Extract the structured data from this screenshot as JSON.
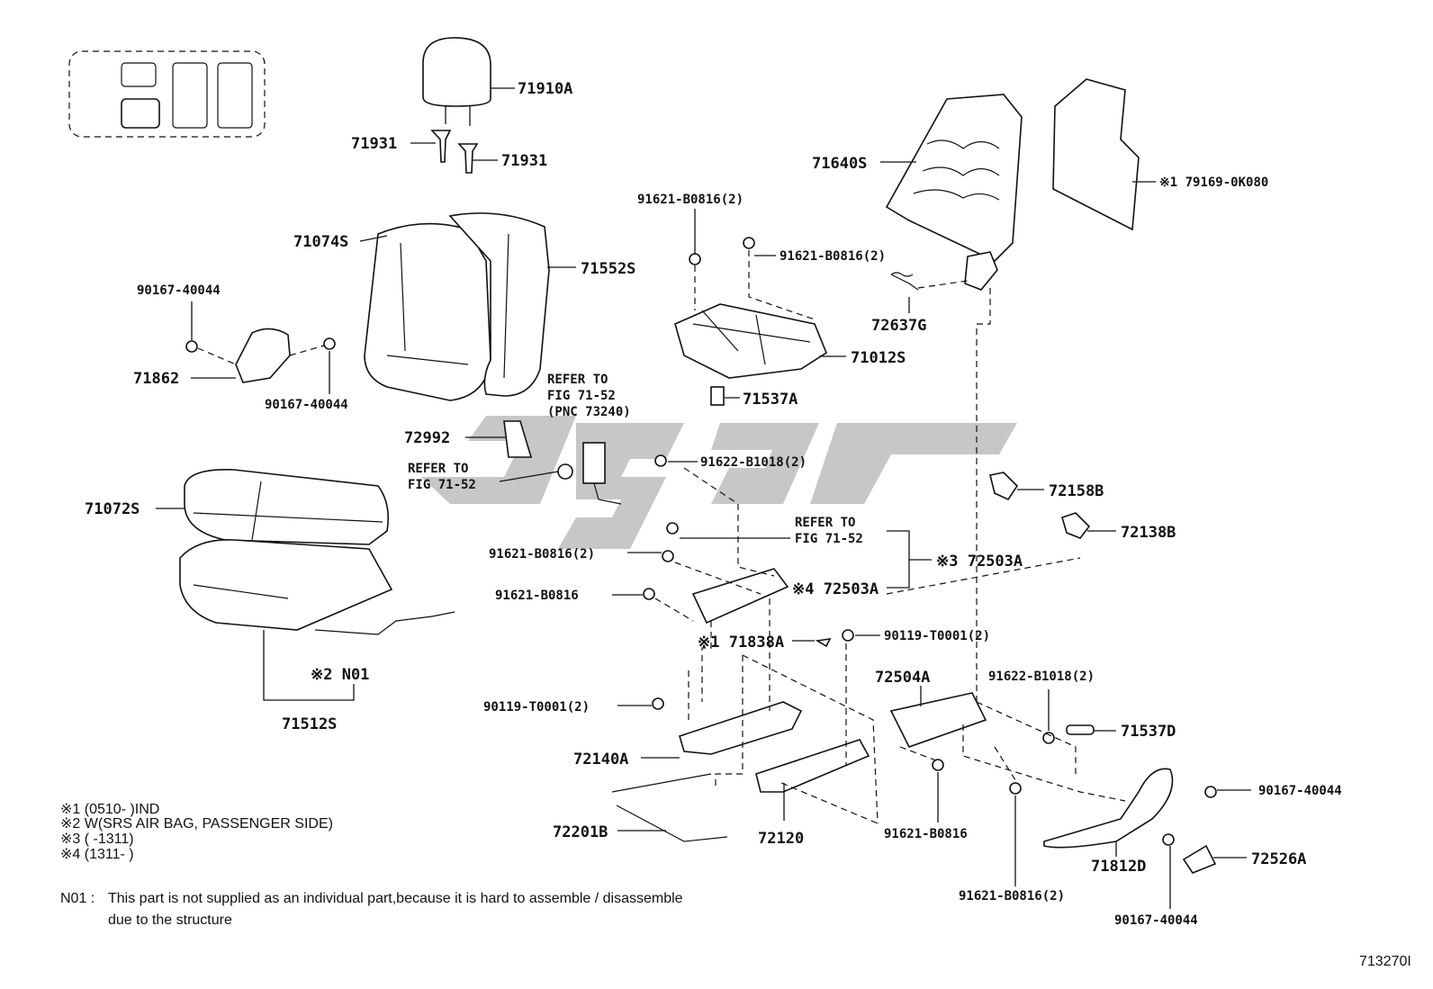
{
  "diagram_id": "713270I",
  "labels": {
    "p71910A": "71910A",
    "p71931a": "71931",
    "p71931b": "71931",
    "p71074S": "71074S",
    "p71552S": "71552S",
    "p90167_40044_a": "90167-40044",
    "p71862": "71862",
    "p90167_40044_b": "90167-40044",
    "p72992": "72992",
    "refer1_l1": "REFER TO",
    "refer1_l2": "FIG 71-52",
    "refer2_l1": "REFER TO",
    "refer2_l2": "FIG 71-52",
    "refer2_l3": "(PNC 73240)",
    "refer3_l1": "REFER TO",
    "refer3_l2": "FIG 71-52",
    "p71072S": "71072S",
    "p71512S": "71512S",
    "pN01": "※2 N01",
    "p91621_B0816_2a": "91621-B0816(2)",
    "p91621_B0816_2b": "91621-B0816(2)",
    "p71012S": "71012S",
    "p71537A": "71537A",
    "p91622_B1018_2a": "91622-B1018(2)",
    "p91621_B0816_2c": "91621-B0816(2)",
    "p91621_B0816_a": "91621-B0816",
    "p72503A_4": "※4 72503A",
    "p72503A_3": "※3 72503A",
    "p71838A": "※1 71838A",
    "p90119_T0001_2a": "90119-T0001(2)",
    "p90119_T0001_2b": "90119-T0001(2)",
    "p72140A": "72140A",
    "p72201B": "72201B",
    "p72120": "72120",
    "p71640S": "71640S",
    "p179169": "※1 79169-0K080",
    "p72637G": "72637G",
    "p72158B": "72158B",
    "p72138B": "72138B",
    "p72504A": "72504A",
    "p91622_B1018_2b": "91622-B1018(2)",
    "p71537D": "71537D",
    "p90167_40044_c": "90167-40044",
    "p72526A": "72526A",
    "p71812D": "71812D",
    "p90167_40044_d": "90167-40044",
    "p91621_B0816_b": "91621-B0816",
    "p91621_B0816_2d": "91621-B0816(2)"
  },
  "notes": {
    "n1": "※1 (0510-       )IND",
    "n2": "※2 W(SRS AIR BAG, PASSENGER SIDE)",
    "n3": "※3 (        -1311)",
    "n4": "※4 (1311-        )",
    "n01_tag": "N01 :",
    "n01_line1": "This part is not supplied as an individual part,because it is hard to assemble / disassemble",
    "n01_line2": "due to the structure"
  },
  "colors": {
    "ink": "#111111",
    "watermark": "#bdbdbd",
    "background": "#ffffff"
  }
}
